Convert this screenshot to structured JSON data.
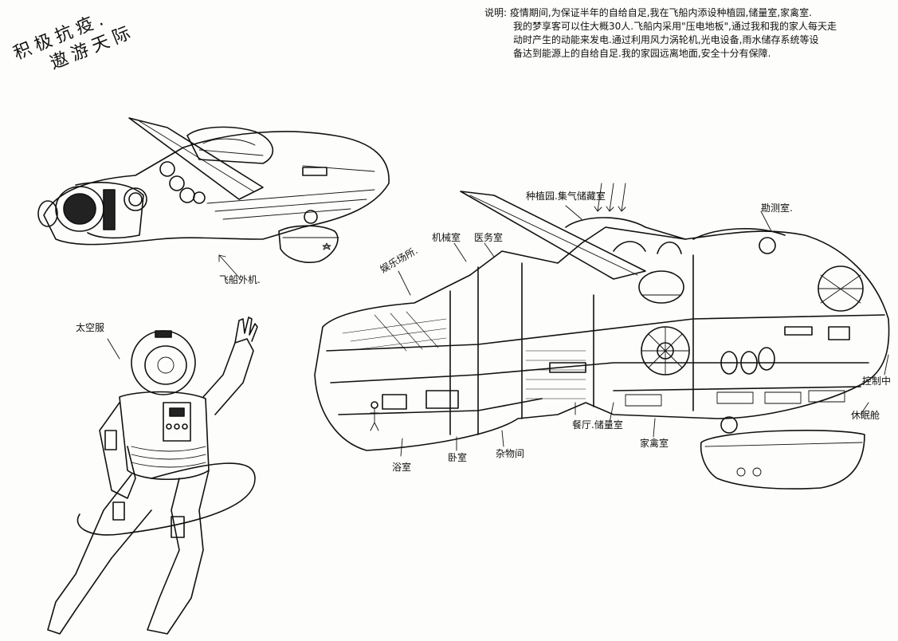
{
  "title": {
    "line1": "积极抗疫.",
    "line2": "遨游天际"
  },
  "notes": {
    "prefix": "说明:",
    "lines": [
      "疫情期间,为保证半年的自给自足,我在飞船内添设种植园,储量室,家禽室.",
      "我的梦享客可以住大概30人.飞船内采用\"压电地板\",通过我和我的家人每天走",
      "动时产生的动能来发电.通过利用风力涡轮机,光电设备,雨水储存系统等设",
      "备达到能源上的自给自足.我的家园远离地面,安全十分有保障."
    ]
  },
  "labels": {
    "exterior": "飞船外机.",
    "spacesuit": "太空服",
    "entertainment": "娱乐场所.",
    "computer_room": "机械室",
    "medical_room": "医务室",
    "planting": "种植园.集气储藏室",
    "observatory": "勘测室.",
    "control": "控制中",
    "bathroom": "浴室",
    "bedroom": "卧室",
    "storage": "杂物间",
    "dining": "餐厅.储量室",
    "poultry": "家禽室",
    "shuttle": "休眠舱"
  }
}
